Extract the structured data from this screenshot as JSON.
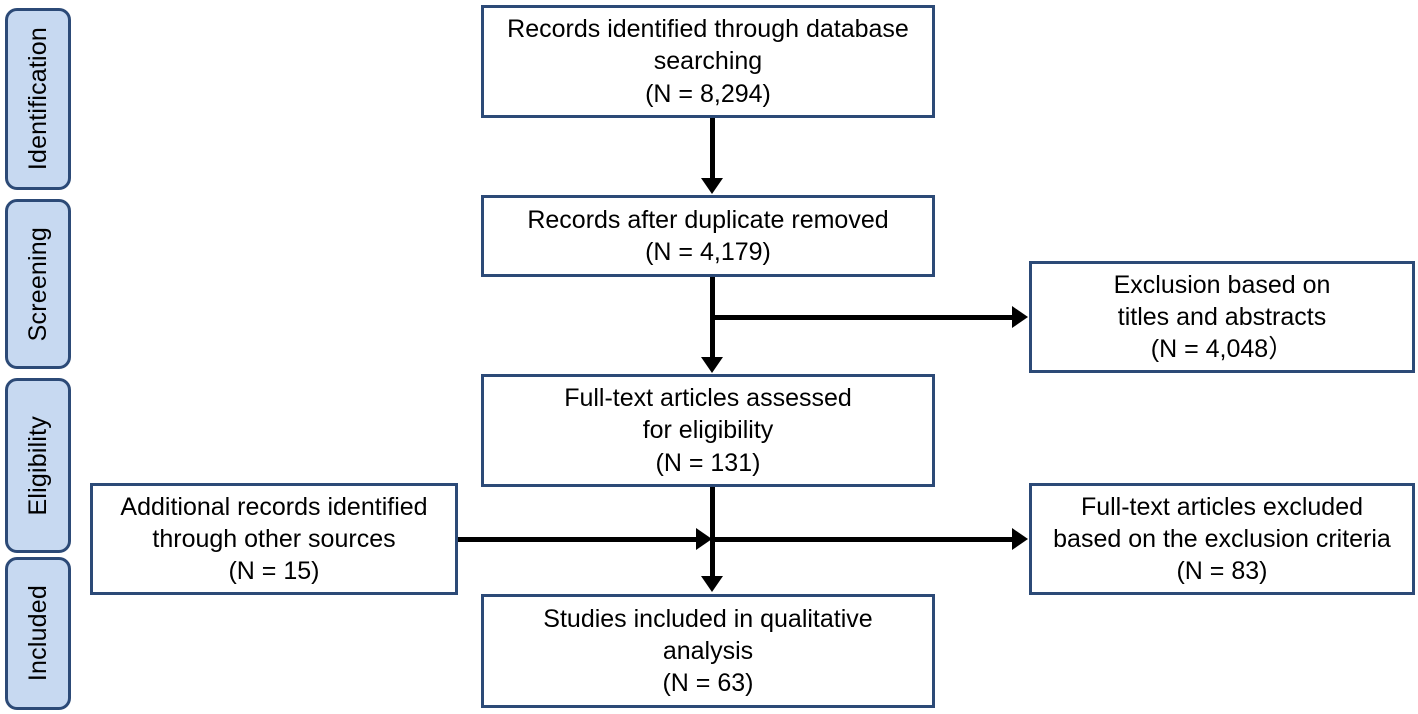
{
  "diagram": {
    "title": "PRISMA study selection flow diagram",
    "colors": {
      "box_border": "#2c4a77",
      "stage_fill": "#c7d9f1",
      "box_fill": "#ffffff",
      "connector": "#000000",
      "text": "#000000"
    },
    "stages": [
      {
        "id": "identification",
        "label": "Identification"
      },
      {
        "id": "screening",
        "label": "Screening"
      },
      {
        "id": "eligibility",
        "label": "Eligibility"
      },
      {
        "id": "included",
        "label": "Included"
      }
    ],
    "boxes": [
      {
        "id": "records-identified",
        "text": "Records identified through database\nsearching\n(N = 8,294)",
        "count_label": "(N = 8,294)",
        "count": 8294
      },
      {
        "id": "records-after-duplicates",
        "text": "Records after duplicate removed\n(N = 4,179)",
        "count_label": "(N = 4,179)",
        "count": 4179
      },
      {
        "id": "exclusion-titles-abstracts",
        "text": "Exclusion based on\ntitles and abstracts\n(N = 4,048）",
        "count_label": "(N = 4,048）",
        "count": 4048
      },
      {
        "id": "fulltext-assessed",
        "text": "Full-text articles assessed\nfor eligibility\n(N = 131)",
        "count_label": "(N = 131)",
        "count": 131
      },
      {
        "id": "additional-records",
        "text": "Additional records identified\nthrough other sources\n(N = 15)",
        "count_label": "(N = 15)",
        "count": 15
      },
      {
        "id": "fulltext-excluded",
        "text": "Full-text articles excluded\nbased on the exclusion criteria\n(N = 83)",
        "count_label": "(N = 83)",
        "count": 83
      },
      {
        "id": "studies-included",
        "text": "Studies included in qualitative\nanalysis\n(N = 63)",
        "count_label": "(N = 63)",
        "count": 63
      }
    ]
  }
}
